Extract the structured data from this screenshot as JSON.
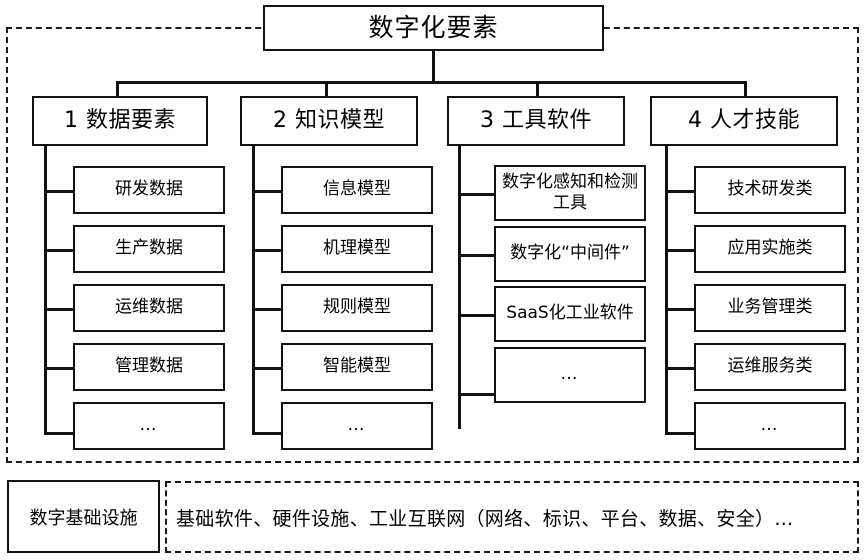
{
  "diagram": {
    "root": {
      "label": "数字化要素"
    },
    "categories": [
      {
        "header": "1 数据要素",
        "children": [
          {
            "label": "研发数据"
          },
          {
            "label": "生产数据"
          },
          {
            "label": "运维数据"
          },
          {
            "label": "管理数据"
          },
          {
            "label": "…"
          }
        ]
      },
      {
        "header": "2 知识模型",
        "children": [
          {
            "label": "信息模型"
          },
          {
            "label": "机理模型"
          },
          {
            "label": "规则模型"
          },
          {
            "label": "智能模型"
          },
          {
            "label": "…"
          }
        ]
      },
      {
        "header": "3 工具软件",
        "children": [
          {
            "label": "数字化感知和检测工具"
          },
          {
            "label": "数字化“中间件”"
          },
          {
            "label": "SaaS化工业软件"
          },
          {
            "label": "…"
          }
        ]
      },
      {
        "header": "4 人才技能",
        "children": [
          {
            "label": "技术研发类"
          },
          {
            "label": "应用实施类"
          },
          {
            "label": "业务管理类"
          },
          {
            "label": "运维服务类"
          },
          {
            "label": "…"
          }
        ]
      }
    ],
    "footer": {
      "label": "数字基础设施",
      "description": "基础软件、硬件设施、工业互联网（网络、标识、平台、数据、安全）…"
    },
    "colors": {
      "line": "#111111",
      "background": "#ffffff",
      "text": "#000000"
    }
  }
}
